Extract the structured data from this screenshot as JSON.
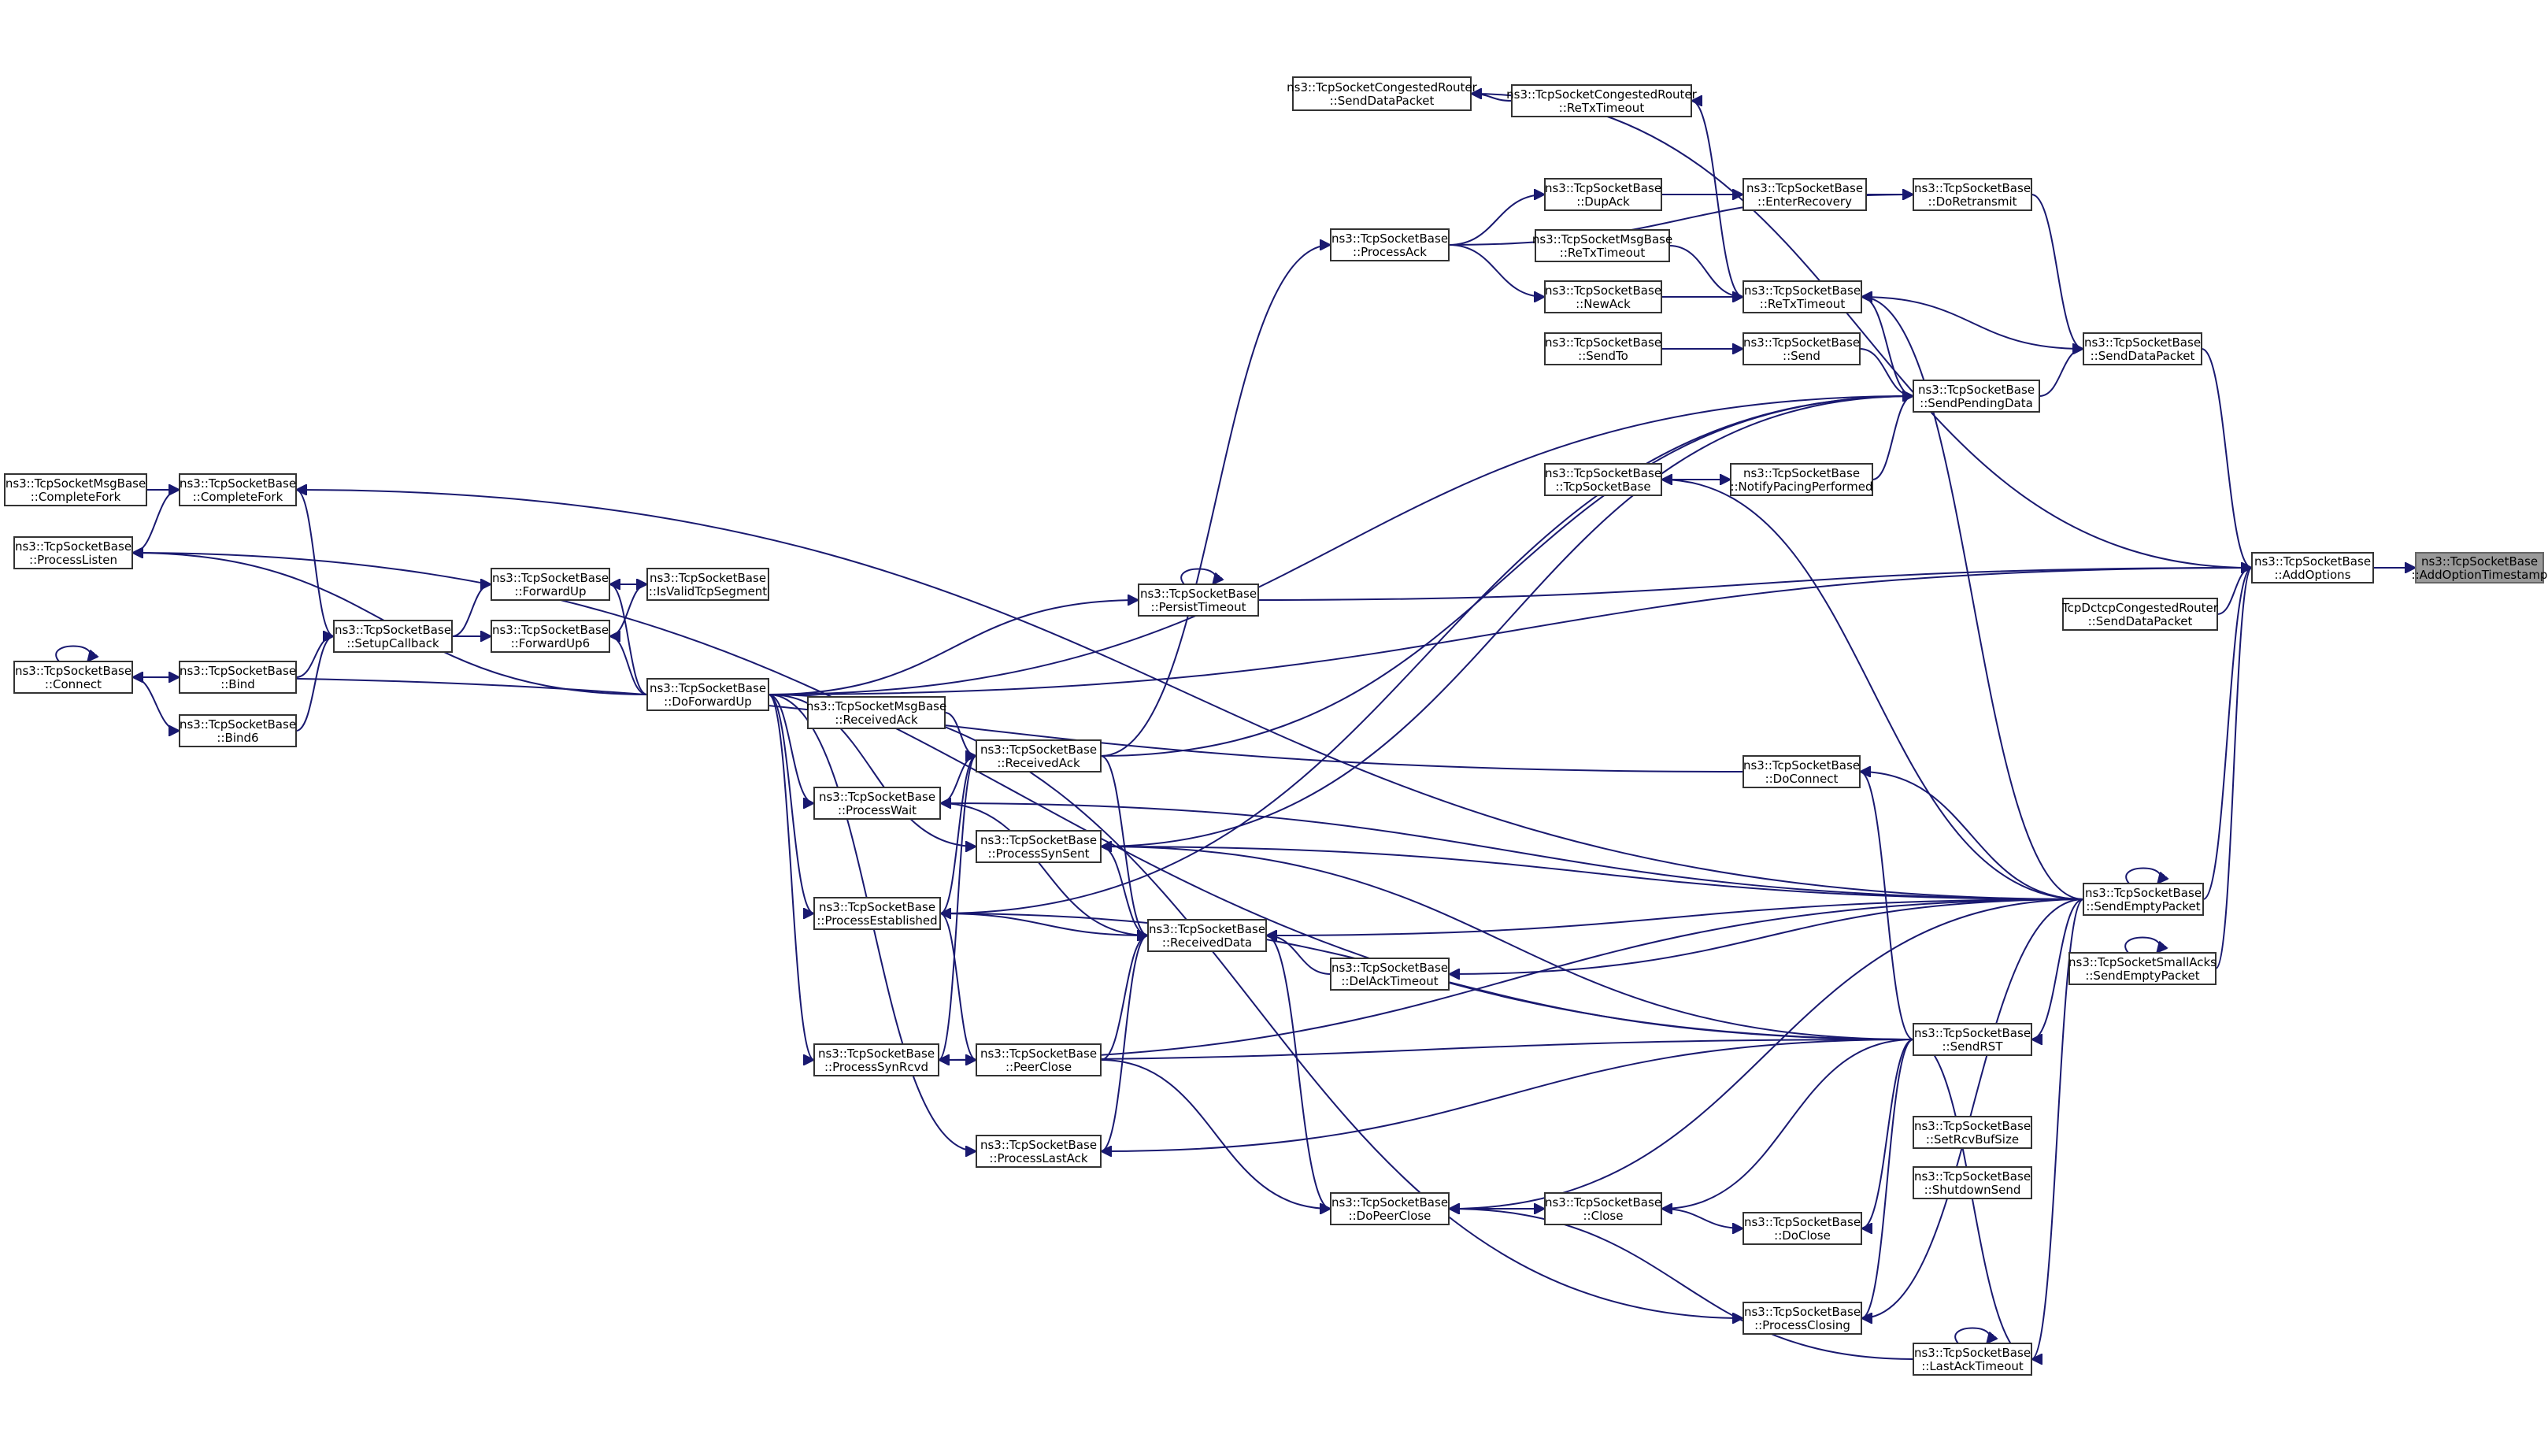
{
  "graph": {
    "root": "AddOptionTimestamp",
    "nodes": [
      {
        "id": "AddOptionTimestamp",
        "line1": "ns3::TcpSocketBase",
        "line2": "::AddOptionTimestamp"
      },
      {
        "id": "AddOptions",
        "line1": "ns3::TcpSocketBase",
        "line2": "::AddOptions"
      },
      {
        "id": "CR_SendDataPacket",
        "line1": "ns3::TcpSocketCongestedRouter",
        "line2": "::SendDataPacket"
      },
      {
        "id": "CR_ReTxTimeout",
        "line1": "ns3::TcpSocketCongestedRouter",
        "line2": "::ReTxTimeout"
      },
      {
        "id": "DupAck",
        "line1": "ns3::TcpSocketBase",
        "line2": "::DupAck"
      },
      {
        "id": "EnterRecovery",
        "line1": "ns3::TcpSocketBase",
        "line2": "::EnterRecovery"
      },
      {
        "id": "DoRetransmit",
        "line1": "ns3::TcpSocketBase",
        "line2": "::DoRetransmit"
      },
      {
        "id": "ProcessAck",
        "line1": "ns3::TcpSocketBase",
        "line2": "::ProcessAck"
      },
      {
        "id": "Msg_ReTxTimeout",
        "line1": "ns3::TcpSocketMsgBase",
        "line2": "::ReTxTimeout"
      },
      {
        "id": "NewAck",
        "line1": "ns3::TcpSocketBase",
        "line2": "::NewAck"
      },
      {
        "id": "ReTxTimeout",
        "line1": "ns3::TcpSocketBase",
        "line2": "::ReTxTimeout"
      },
      {
        "id": "SendDataPacket",
        "line1": "ns3::TcpSocketBase",
        "line2": "::SendDataPacket"
      },
      {
        "id": "SendTo",
        "line1": "ns3::TcpSocketBase",
        "line2": "::SendTo"
      },
      {
        "id": "Send",
        "line1": "ns3::TcpSocketBase",
        "line2": "::Send"
      },
      {
        "id": "SendPendingData",
        "line1": "ns3::TcpSocketBase",
        "line2": "::SendPendingData"
      },
      {
        "id": "TcpSocketBaseCtor",
        "line1": "ns3::TcpSocketBase",
        "line2": "::TcpSocketBase"
      },
      {
        "id": "NotifyPacingPerformed",
        "line1": "ns3::TcpSocketBase",
        "line2": "::NotifyPacingPerformed"
      },
      {
        "id": "Msg_CompleteFork",
        "line1": "ns3::TcpSocketMsgBase",
        "line2": "::CompleteFork"
      },
      {
        "id": "CompleteFork",
        "line1": "ns3::TcpSocketBase",
        "line2": "::CompleteFork"
      },
      {
        "id": "ProcessListen",
        "line1": "ns3::TcpSocketBase",
        "line2": "::ProcessListen"
      },
      {
        "id": "ForwardUp",
        "line1": "ns3::TcpSocketBase",
        "line2": "::ForwardUp"
      },
      {
        "id": "IsValidTcpSegment",
        "line1": "ns3::TcpSocketBase",
        "line2": "::IsValidTcpSegment"
      },
      {
        "id": "PersistTimeout",
        "line1": "ns3::TcpSocketBase",
        "line2": "::PersistTimeout"
      },
      {
        "id": "Dctcp_SendDataPacket",
        "line1": "TcpDctcpCongestedRouter",
        "line2": "::SendDataPacket"
      },
      {
        "id": "SetupCallback",
        "line1": "ns3::TcpSocketBase",
        "line2": "::SetupCallback"
      },
      {
        "id": "ForwardUp6",
        "line1": "ns3::TcpSocketBase",
        "line2": "::ForwardUp6"
      },
      {
        "id": "Connect",
        "line1": "ns3::TcpSocketBase",
        "line2": "::Connect"
      },
      {
        "id": "Bind",
        "line1": "ns3::TcpSocketBase",
        "line2": "::Bind"
      },
      {
        "id": "DoForwardUp",
        "line1": "ns3::TcpSocketBase",
        "line2": "::DoForwardUp"
      },
      {
        "id": "Bind6",
        "line1": "ns3::TcpSocketBase",
        "line2": "::Bind6"
      },
      {
        "id": "Msg_ReceivedAck",
        "line1": "ns3::TcpSocketMsgBase",
        "line2": "::ReceivedAck"
      },
      {
        "id": "ReceivedAck",
        "line1": "ns3::TcpSocketBase",
        "line2": "::ReceivedAck"
      },
      {
        "id": "DoConnect",
        "line1": "ns3::TcpSocketBase",
        "line2": "::DoConnect"
      },
      {
        "id": "ProcessWait",
        "line1": "ns3::TcpSocketBase",
        "line2": "::ProcessWait"
      },
      {
        "id": "ProcessSynSent",
        "line1": "ns3::TcpSocketBase",
        "line2": "::ProcessSynSent"
      },
      {
        "id": "SendEmptyPacket",
        "line1": "ns3::TcpSocketBase",
        "line2": "::SendEmptyPacket"
      },
      {
        "id": "ProcessEstablished",
        "line1": "ns3::TcpSocketBase",
        "line2": "::ProcessEstablished"
      },
      {
        "id": "ReceivedData",
        "line1": "ns3::TcpSocketBase",
        "line2": "::ReceivedData"
      },
      {
        "id": "SmallAcks_SendEmptyPacket",
        "line1": "ns3::TcpSocketSmallAcks",
        "line2": "::SendEmptyPacket"
      },
      {
        "id": "DelAckTimeout",
        "line1": "ns3::TcpSocketBase",
        "line2": "::DelAckTimeout"
      },
      {
        "id": "SendRST",
        "line1": "ns3::TcpSocketBase",
        "line2": "::SendRST"
      },
      {
        "id": "ProcessSynRcvd",
        "line1": "ns3::TcpSocketBase",
        "line2": "::ProcessSynRcvd"
      },
      {
        "id": "PeerClose",
        "line1": "ns3::TcpSocketBase",
        "line2": "::PeerClose"
      },
      {
        "id": "SetRcvBufSize",
        "line1": "ns3::TcpSocketBase",
        "line2": "::SetRcvBufSize"
      },
      {
        "id": "ProcessLastAck",
        "line1": "ns3::TcpSocketBase",
        "line2": "::ProcessLastAck"
      },
      {
        "id": "ShutdownSend",
        "line1": "ns3::TcpSocketBase",
        "line2": "::ShutdownSend"
      },
      {
        "id": "DoPeerClose",
        "line1": "ns3::TcpSocketBase",
        "line2": "::DoPeerClose"
      },
      {
        "id": "Close",
        "line1": "ns3::TcpSocketBase",
        "line2": "::Close"
      },
      {
        "id": "DoClose",
        "line1": "ns3::TcpSocketBase",
        "line2": "::DoClose"
      },
      {
        "id": "ProcessClosing",
        "line1": "ns3::TcpSocketBase",
        "line2": "::ProcessClosing"
      },
      {
        "id": "LastAckTimeout",
        "line1": "ns3::TcpSocketBase",
        "line2": "::LastAckTimeout"
      }
    ],
    "edges": [
      [
        "AddOptions",
        "AddOptionTimestamp"
      ],
      [
        "CR_SendDataPacket",
        "AddOptions"
      ],
      [
        "SendDataPacket",
        "AddOptions"
      ],
      [
        "PersistTimeout",
        "AddOptions"
      ],
      [
        "Dctcp_SendDataPacket",
        "AddOptions"
      ],
      [
        "SendEmptyPacket",
        "AddOptions"
      ],
      [
        "SmallAcks_SendEmptyPacket",
        "AddOptions"
      ],
      [
        "DoForwardUp",
        "AddOptions"
      ],
      [
        "CR_ReTxTimeout",
        "CR_SendDataPacket"
      ],
      [
        "DoRetransmit",
        "SendDataPacket"
      ],
      [
        "SendPendingData",
        "SendDataPacket"
      ],
      [
        "EnterRecovery",
        "DoRetransmit"
      ],
      [
        "ProcessAck",
        "DoRetransmit"
      ],
      [
        "DupAck",
        "EnterRecovery"
      ],
      [
        "ProcessAck",
        "DupAck"
      ],
      [
        "ProcessAck",
        "NewAck"
      ],
      [
        "NewAck",
        "ReTxTimeout"
      ],
      [
        "Msg_ReTxTimeout",
        "ReTxTimeout"
      ],
      [
        "ReTxTimeout",
        "CR_ReTxTimeout"
      ],
      [
        "SendPendingData",
        "ReTxTimeout"
      ],
      [
        "SendEmptyPacket",
        "ReTxTimeout"
      ],
      [
        "SendDataPacket",
        "ReTxTimeout"
      ],
      [
        "Send",
        "SendPendingData"
      ],
      [
        "SendTo",
        "Send"
      ],
      [
        "NotifyPacingPerformed",
        "SendPendingData"
      ],
      [
        "TcpSocketBaseCtor",
        "NotifyPacingPerformed"
      ],
      [
        "ReceivedAck",
        "ProcessAck"
      ],
      [
        "ReceivedAck",
        "SendPendingData"
      ],
      [
        "ProcessSynSent",
        "SendPendingData"
      ],
      [
        "DoForwardUp",
        "SendPendingData"
      ],
      [
        "ProcessEstablished",
        "SendPendingData"
      ],
      [
        "Msg_CompleteFork",
        "CompleteFork"
      ],
      [
        "ProcessListen",
        "CompleteFork"
      ],
      [
        "SetupCallback",
        "CompleteFork"
      ],
      [
        "DoForwardUp",
        "ProcessListen"
      ],
      [
        "SetupCallback",
        "ForwardUp"
      ],
      [
        "SetupCallback",
        "ForwardUp6"
      ],
      [
        "ForwardUp",
        "IsValidTcpSegment"
      ],
      [
        "ForwardUp6",
        "IsValidTcpSegment"
      ],
      [
        "DoForwardUp",
        "ForwardUp"
      ],
      [
        "DoForwardUp",
        "ForwardUp6"
      ],
      [
        "PersistTimeout",
        "PersistTimeout"
      ],
      [
        "DoForwardUp",
        "PersistTimeout"
      ],
      [
        "Connect",
        "Connect"
      ],
      [
        "Connect",
        "Bind"
      ],
      [
        "Connect",
        "Bind6"
      ],
      [
        "Bind",
        "SetupCallback"
      ],
      [
        "Bind6",
        "SetupCallback"
      ],
      [
        "DoConnect",
        "Connect"
      ],
      [
        "Msg_ReceivedAck",
        "ReceivedAck"
      ],
      [
        "ProcessWait",
        "ReceivedAck"
      ],
      [
        "ProcessEstablished",
        "ReceivedAck"
      ],
      [
        "ProcessSynRcvd",
        "ReceivedAck"
      ],
      [
        "DoForwardUp",
        "ProcessWait"
      ],
      [
        "DoForwardUp",
        "ProcessSynSent"
      ],
      [
        "DoForwardUp",
        "ProcessEstablished"
      ],
      [
        "DoForwardUp",
        "ProcessSynRcvd"
      ],
      [
        "DoForwardUp",
        "ProcessLastAck"
      ],
      [
        "DoForwardUp",
        "ProcessClosing"
      ],
      [
        "ReceivedAck",
        "ReceivedData"
      ],
      [
        "ProcessWait",
        "ReceivedData"
      ],
      [
        "ProcessSynSent",
        "ReceivedData"
      ],
      [
        "ProcessEstablished",
        "ReceivedData"
      ],
      [
        "PeerClose",
        "ReceivedData"
      ],
      [
        "ProcessLastAck",
        "ReceivedData"
      ],
      [
        "DelAckTimeout",
        "ReceivedData"
      ],
      [
        "ProcessSynRcvd",
        "PeerClose"
      ],
      [
        "ProcessEstablished",
        "PeerClose"
      ],
      [
        "ReceivedData",
        "DoPeerClose"
      ],
      [
        "PeerClose",
        "DoPeerClose"
      ],
      [
        "DoPeerClose",
        "Close"
      ],
      [
        "Close",
        "DoClose"
      ],
      [
        "SendEmptyPacket",
        "SendEmptyPacket"
      ],
      [
        "SmallAcks_SendEmptyPacket",
        "SmallAcks_SendEmptyPacket"
      ],
      [
        "LastAckTimeout",
        "LastAckTimeout"
      ],
      [
        "SendEmptyPacket",
        "DoConnect"
      ],
      [
        "SendEmptyPacket",
        "ProcessSynSent"
      ],
      [
        "SendEmptyPacket",
        "ReceivedData"
      ],
      [
        "SendEmptyPacket",
        "DelAckTimeout"
      ],
      [
        "SendEmptyPacket",
        "SendRST"
      ],
      [
        "SendEmptyPacket",
        "CompleteFork"
      ],
      [
        "SendEmptyPacket",
        "TcpSocketBaseCtor"
      ],
      [
        "SendEmptyPacket",
        "ProcessWait"
      ],
      [
        "SendEmptyPacket",
        "DoPeerClose"
      ],
      [
        "SendEmptyPacket",
        "ProcessClosing"
      ],
      [
        "SendEmptyPacket",
        "ProcessSynRcvd"
      ],
      [
        "SendEmptyPacket",
        "LastAckTimeout"
      ],
      [
        "SendRST",
        "ProcessEstablished"
      ],
      [
        "SendRST",
        "ProcessSynSent"
      ],
      [
        "SendRST",
        "ProcessSynRcvd"
      ],
      [
        "SendRST",
        "ProcessLastAck"
      ],
      [
        "SendRST",
        "DoConnect"
      ],
      [
        "SendRST",
        "Close"
      ],
      [
        "SendRST",
        "DoClose"
      ],
      [
        "SendRST",
        "ProcessClosing"
      ],
      [
        "SendRST",
        "ProcessListen"
      ],
      [
        "LastAckTimeout",
        "DoPeerClose"
      ],
      [
        "SendRST",
        "LastAckTimeout"
      ]
    ]
  }
}
